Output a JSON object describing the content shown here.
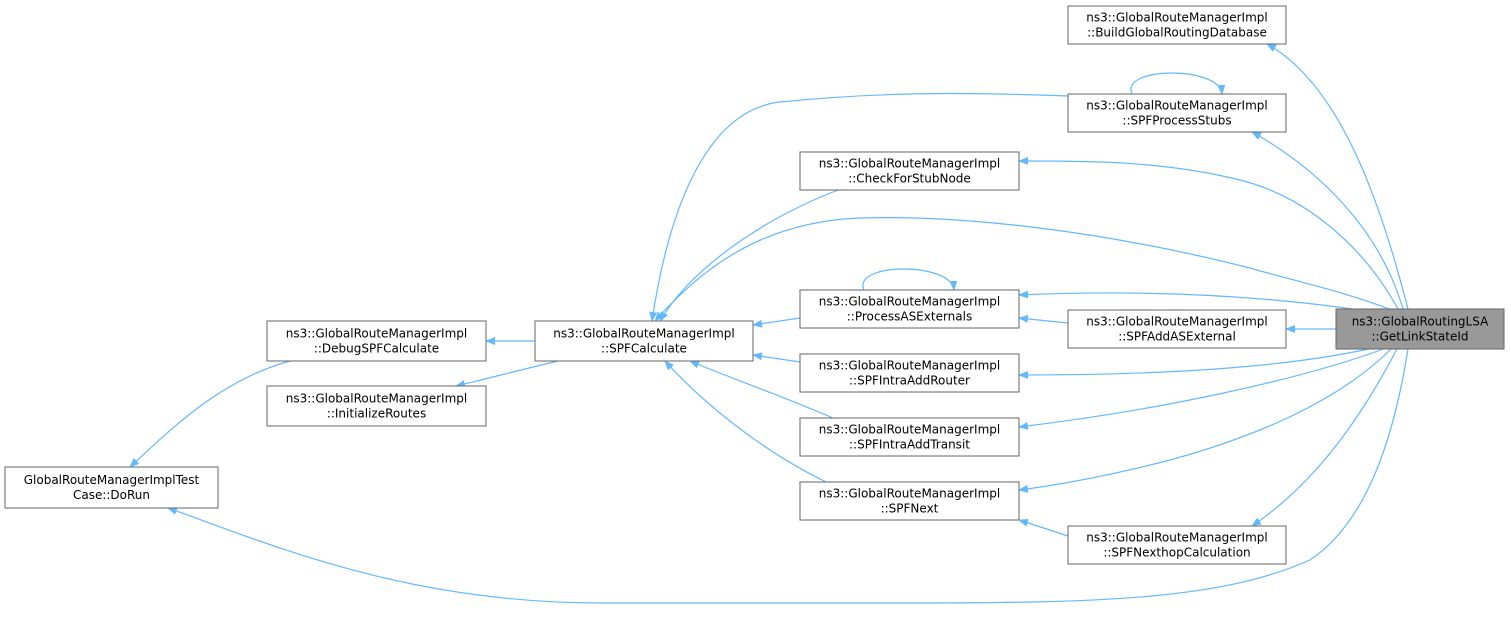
{
  "colors": {
    "node_fill": "#ffffff",
    "node_border": "#666666",
    "focus_fill": "#999999",
    "edge": "#63b8ff"
  },
  "nodes": [
    {
      "id": "getlink",
      "lines": [
        "ns3::GlobalRoutingLSA",
        "::GetLinkStateId"
      ],
      "focus": true
    },
    {
      "id": "buildgrd",
      "lines": [
        "ns3::GlobalRouteManagerImpl",
        "::BuildGlobalRoutingDatabase"
      ]
    },
    {
      "id": "stubs",
      "lines": [
        "ns3::GlobalRouteManagerImpl",
        "::SPFProcessStubs"
      ]
    },
    {
      "id": "checkstub",
      "lines": [
        "ns3::GlobalRouteManagerImpl",
        "::CheckForStubNode"
      ]
    },
    {
      "id": "procase",
      "lines": [
        "ns3::GlobalRouteManagerImpl",
        "::ProcessASExternals"
      ]
    },
    {
      "id": "addase",
      "lines": [
        "ns3::GlobalRouteManagerImpl",
        "::SPFAddASExternal"
      ]
    },
    {
      "id": "intrarouter",
      "lines": [
        "ns3::GlobalRouteManagerImpl",
        "::SPFIntraAddRouter"
      ]
    },
    {
      "id": "intratransit",
      "lines": [
        "ns3::GlobalRouteManagerImpl",
        "::SPFIntraAddTransit"
      ]
    },
    {
      "id": "spfnext",
      "lines": [
        "ns3::GlobalRouteManagerImpl",
        "::SPFNext"
      ]
    },
    {
      "id": "nexthop",
      "lines": [
        "ns3::GlobalRouteManagerImpl",
        "::SPFNexthopCalculation"
      ]
    },
    {
      "id": "spfcalc",
      "lines": [
        "ns3::GlobalRouteManagerImpl",
        "::SPFCalculate"
      ]
    },
    {
      "id": "debugspf",
      "lines": [
        "ns3::GlobalRouteManagerImpl",
        "::DebugSPFCalculate"
      ]
    },
    {
      "id": "initroutes",
      "lines": [
        "ns3::GlobalRouteManagerImpl",
        "::InitializeRoutes"
      ]
    },
    {
      "id": "testcase",
      "lines": [
        "GlobalRouteManagerImplTest",
        "Case::DoRun"
      ]
    }
  ],
  "edges": [
    {
      "from": "getlink",
      "to": "buildgrd"
    },
    {
      "from": "getlink",
      "to": "stubs"
    },
    {
      "from": "getlink",
      "to": "checkstub"
    },
    {
      "from": "getlink",
      "to": "spfcalc"
    },
    {
      "from": "getlink",
      "to": "procase"
    },
    {
      "from": "getlink",
      "to": "addase"
    },
    {
      "from": "getlink",
      "to": "intrarouter"
    },
    {
      "from": "getlink",
      "to": "intratransit"
    },
    {
      "from": "getlink",
      "to": "spfnext"
    },
    {
      "from": "getlink",
      "to": "nexthop"
    },
    {
      "from": "getlink",
      "to": "testcase"
    },
    {
      "from": "stubs",
      "to": "stubs"
    },
    {
      "from": "stubs",
      "to": "spfcalc"
    },
    {
      "from": "checkstub",
      "to": "spfcalc"
    },
    {
      "from": "procase",
      "to": "procase"
    },
    {
      "from": "procase",
      "to": "spfcalc"
    },
    {
      "from": "addase",
      "to": "procase"
    },
    {
      "from": "intrarouter",
      "to": "spfcalc"
    },
    {
      "from": "intratransit",
      "to": "spfcalc"
    },
    {
      "from": "spfnext",
      "to": "spfcalc"
    },
    {
      "from": "nexthop",
      "to": "spfnext"
    },
    {
      "from": "spfcalc",
      "to": "debugspf"
    },
    {
      "from": "spfcalc",
      "to": "initroutes"
    },
    {
      "from": "debugspf",
      "to": "testcase"
    }
  ]
}
